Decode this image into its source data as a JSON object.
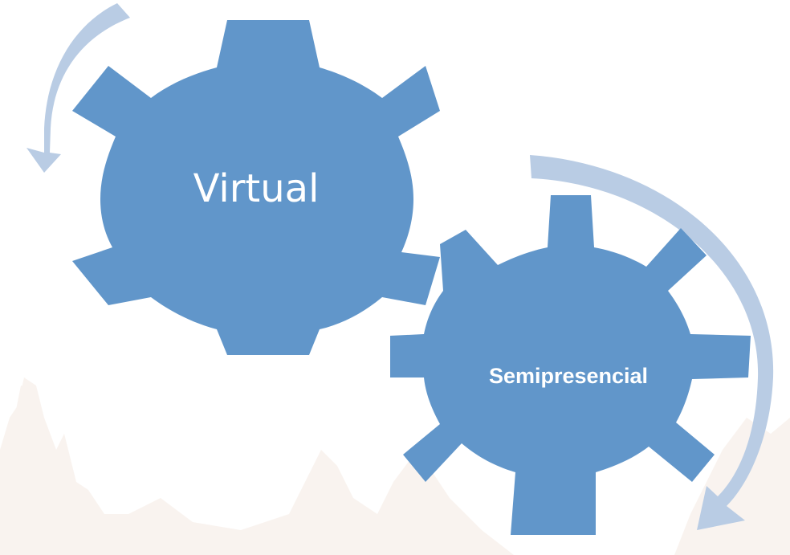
{
  "diagram": {
    "gears": [
      {
        "id": "virtual",
        "label": "Virtual"
      },
      {
        "id": "semipresencial",
        "label": "Semipresencial"
      }
    ],
    "colors": {
      "gear_fill": "#6196ca",
      "arrow_fill": "#b9cce4",
      "label_text": "#ffffff",
      "background": "#ffffff",
      "watermark": "#f9f3ef"
    },
    "arrows": [
      {
        "id": "arrow-top-left",
        "direction": "counter-clockwise"
      },
      {
        "id": "arrow-right",
        "direction": "clockwise"
      }
    ]
  }
}
